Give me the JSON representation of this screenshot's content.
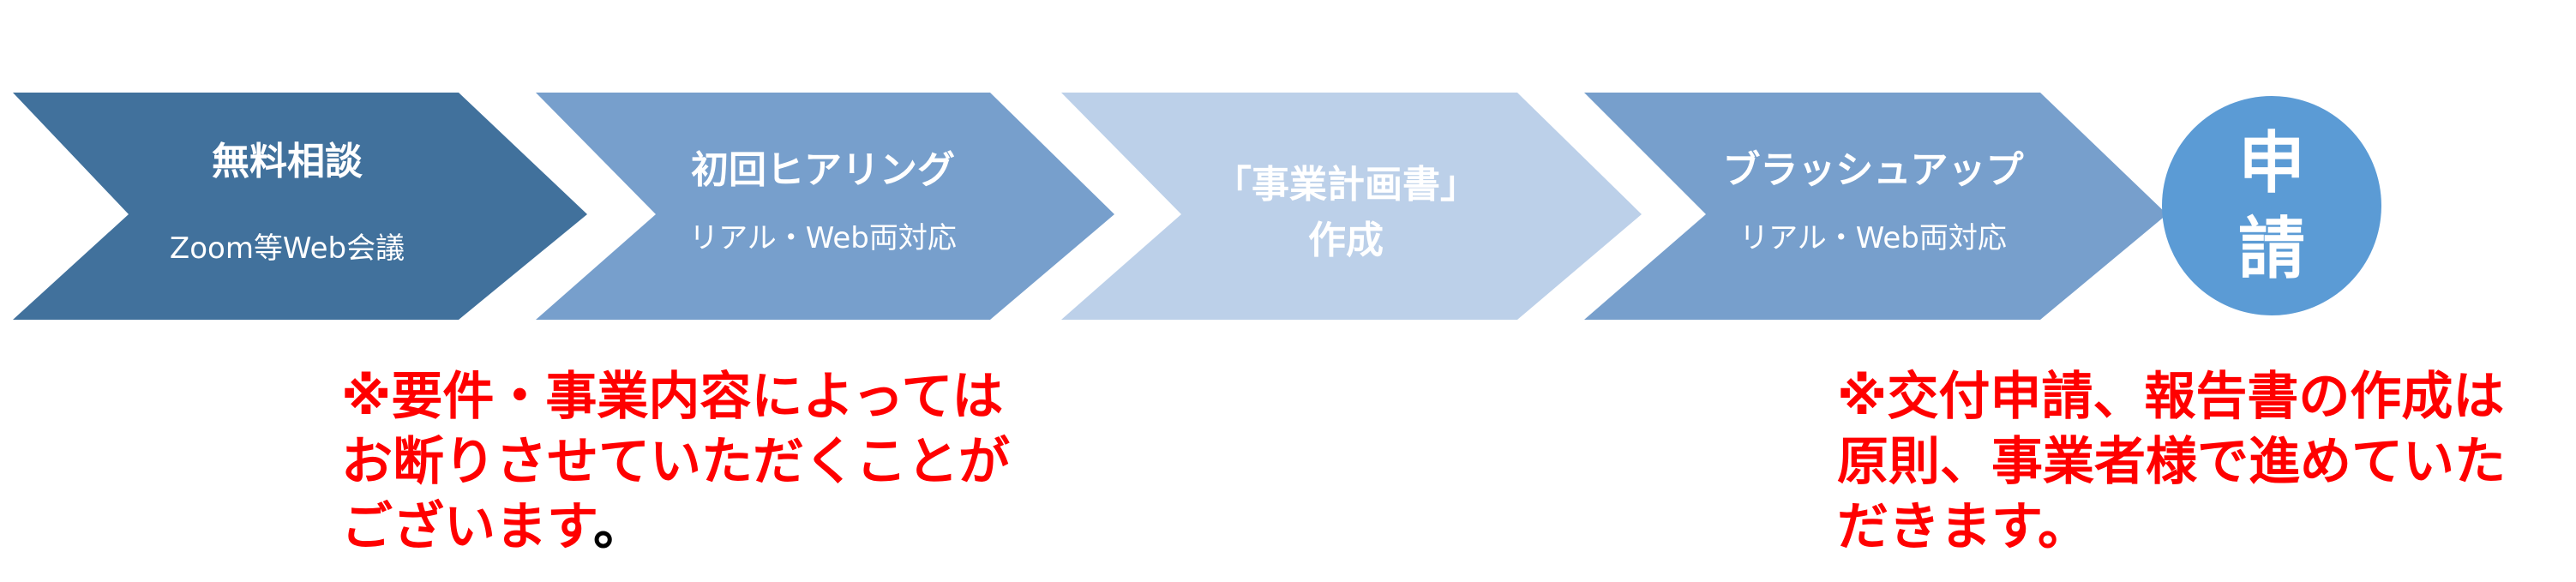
{
  "steps": [
    {
      "title": "無料相談",
      "subtitle": "Zoom等Web会議",
      "color": "#41719c"
    },
    {
      "title": "初回ヒアリング",
      "subtitle": "リアル・Web両対応",
      "color": "#779fcc"
    },
    {
      "title": "「事業計画書」",
      "subtitle": "作成",
      "color": "#bcd0e9"
    },
    {
      "title": "ブラッシュアップ",
      "subtitle": "リアル・Web両対応",
      "color": "#779fcc"
    }
  ],
  "final_step": {
    "line1": "申",
    "line2": "請",
    "color": "#5b9bd5"
  },
  "notes": {
    "left": {
      "lines": [
        "※要件・事業内容によっては",
        "お断りさせていただくことが",
        "ございます"
      ],
      "end_mark": "。",
      "color": "#ff0000"
    },
    "right": {
      "lines": [
        "※交付申請、報告書の作成は",
        "原則、事業者様で進めていた",
        "だきます。"
      ],
      "color": "#ff0000"
    }
  }
}
